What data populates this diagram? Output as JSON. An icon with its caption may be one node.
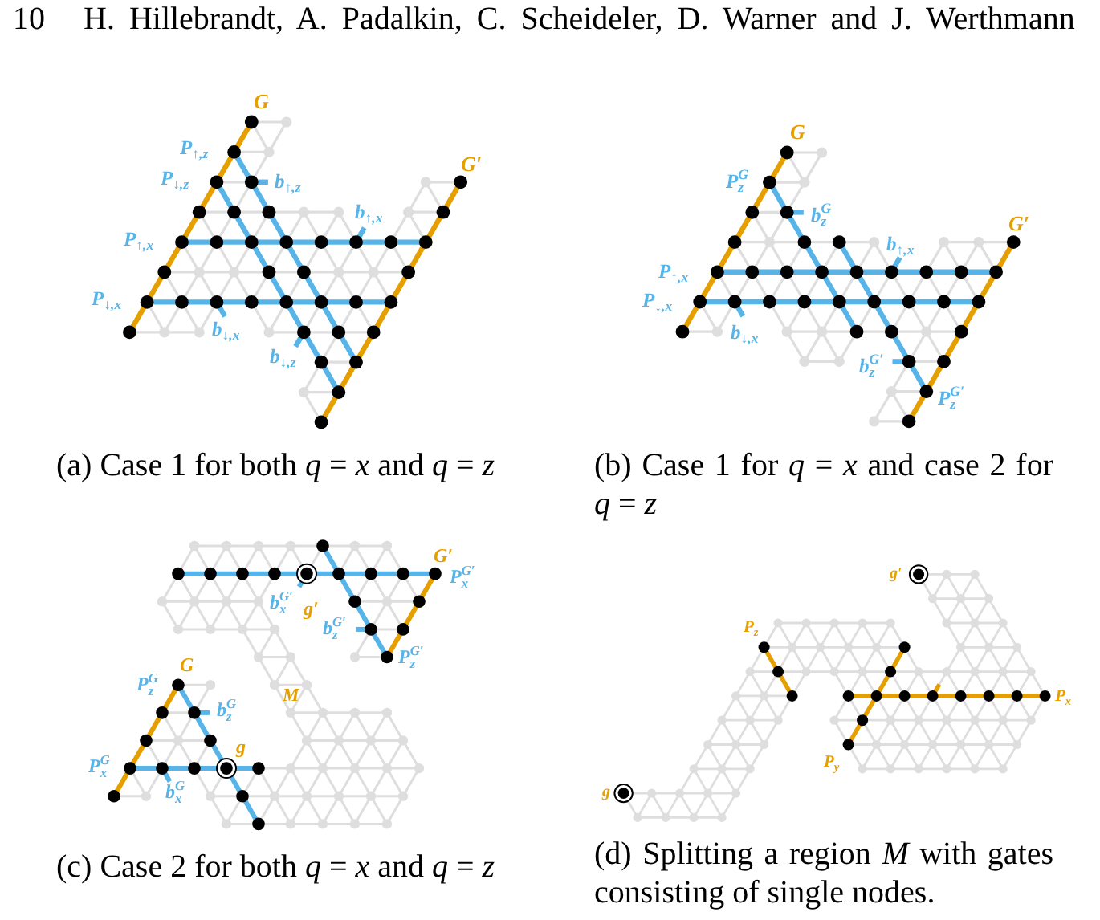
{
  "diagram": {
    "labels": [
      "10",
      "H. Hillebrandt, A. Padalkin, C. Scheideler, D. Warner and J. Werthmann",
      "G",
      "P$_{↑,z}$",
      "P$_{↓,z}$",
      "b$_{↑,z}$",
      "G′",
      "b$_{↑,x}$",
      "P$_{↑,x}$",
      "P$_{↓,x}$",
      "b$_{↓,x}$",
      "b$_{↓,z}$",
      "G",
      "P$_{z}$$^{G}$",
      "b$_{z}$$^{G}$",
      "G′",
      "b$_{↑,x}$",
      "P$_{↑,x}$",
      "P$_{↓,x}$",
      "b$_{↓,x}$",
      "b$_{z}$$^{G′}$",
      "P$_{z}$$^{G′}$",
      "(a) Case 1 for both *q* = *x* and *q* = *z*",
      "(b) Case 1 for *q* = *x* and case 2 for *q* = *z*",
      "G′",
      "P$_{x}$$^{G′}$",
      "b$_{x}$$^{G′}$",
      "g′",
      "b$_{z}$$^{G′}$",
      "P$_{z}$$^{G′}$",
      "G",
      "P$_{z}$$^{G}$",
      "b$_{z}$$^{G}$",
      "M",
      "g",
      "P$_{x}$$^{G}$",
      "b$_{x}$$^{G}$",
      "g′",
      "P$_{z}$",
      "P$_{x}$",
      "P$_{y}$",
      "g",
      "(c) Case 2 for both *q* = *x* and *q* = *z*",
      "(d) Splitting a region *M* with gates consisting of single nodes."
    ]
  }
}
